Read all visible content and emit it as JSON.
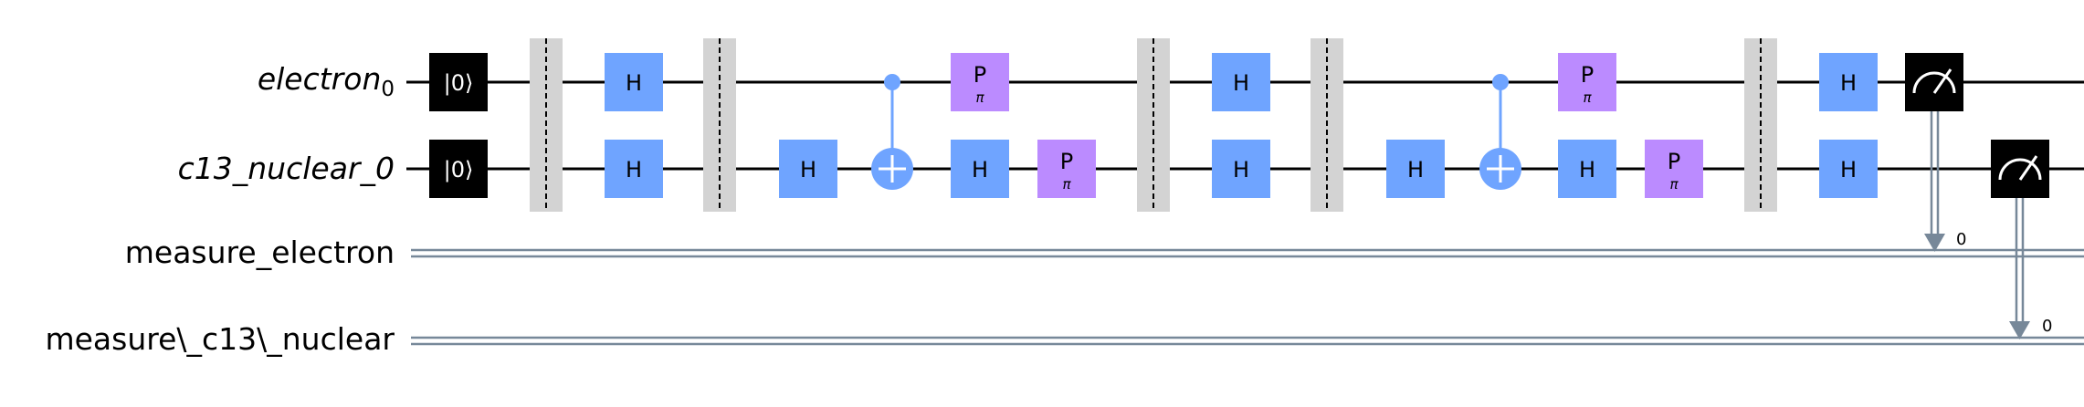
{
  "wires": {
    "q0": {
      "name": "electron",
      "subscript": "0"
    },
    "q1": {
      "name": "c13_nuclear_0"
    },
    "c0": {
      "name": "measure_electron"
    },
    "c1": {
      "name": "measure\\_c13\\_nuclear"
    }
  },
  "gates": {
    "init_label": "|0⟩",
    "h_label": "H",
    "p_label": "P",
    "p_param": "π"
  },
  "measure_bits": {
    "electron_bit": "0",
    "nuclear_bit": "0"
  },
  "colors": {
    "wire": "#000000",
    "classical_wire": "#778899",
    "h_gate": "#6fa4ff",
    "p_gate": "#bb8bff",
    "barrier": "#d3d3d3",
    "init_box": "#000000",
    "measure_box": "#000000",
    "cnot": "#6fa4ff"
  }
}
